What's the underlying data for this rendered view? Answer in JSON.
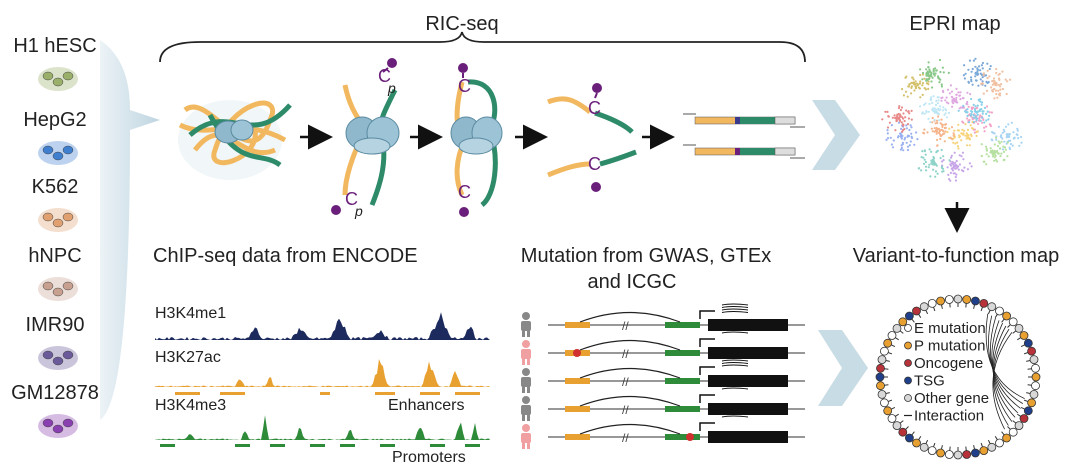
{
  "cell_lines": [
    "H1 hESC",
    "HepG2",
    "K562",
    "hNPC",
    "IMR90",
    "GM12878"
  ],
  "cell_colors": [
    "#9ab06a",
    "#3f7fd0",
    "#e0a070",
    "#c8a090",
    "#6a5a9a",
    "#8a3fb0"
  ],
  "ric_seq": {
    "title": "RIC-seq",
    "probe_letter": "p"
  },
  "chip": {
    "title": "ChIP-seq data from ENCODE",
    "tracks": [
      {
        "name": "H3K4me1",
        "color": "#1c2a5e"
      },
      {
        "name": "H3K27ac",
        "color": "#e8a030"
      },
      {
        "name": "H3K4me3",
        "color": "#2e8b3a"
      }
    ],
    "enhancers_label": "Enhancers",
    "promoters_label": "Promoters"
  },
  "mutation": {
    "title_line1": "Mutation from GWAS, GTEx",
    "title_line2": "and ICGC"
  },
  "epri": {
    "title": "EPRI map"
  },
  "v2f": {
    "title": "Variant-to-function map",
    "legend": [
      {
        "label": "E mutation",
        "color": "#ffffff"
      },
      {
        "label": "P mutation",
        "color": "#e8a030"
      },
      {
        "label": "Oncogene",
        "color": "#b8323a"
      },
      {
        "label": "TSG",
        "color": "#1f3f8a"
      },
      {
        "label": "Other gene",
        "color": "#d8d8d8"
      },
      {
        "label": "Interaction",
        "color": "#222222"
      }
    ]
  },
  "colors": {
    "rna_orange": "#f2b860",
    "rna_green": "#2e8b6a",
    "protein": "#8fb8cc",
    "purple": "#6a1f7a",
    "arrow_fill": "#c8dce6"
  }
}
